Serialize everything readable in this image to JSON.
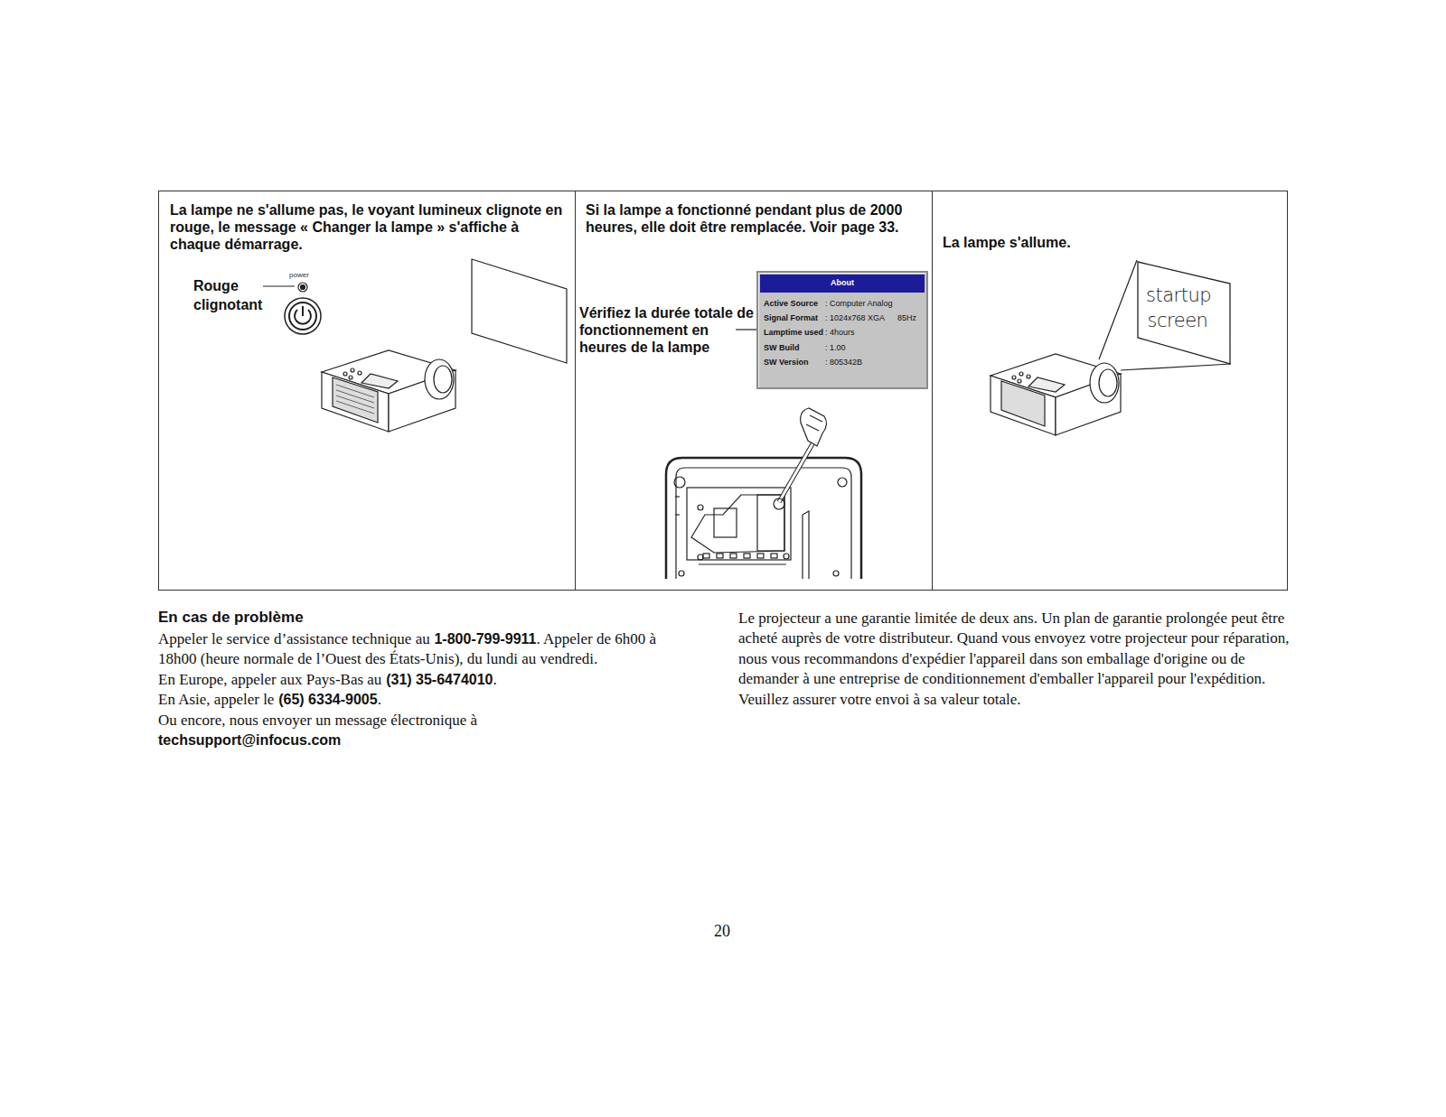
{
  "diagram": {
    "nodes": [
      {
        "text": [
          "La lampe ne s'allume pas, le voyant lumineux clignote en rouge, le message « Changer la lampe » s'affiche à chaque démarrage."
        ]
      },
      {
        "text": [
          "Si la lampe a fonctionné pendant plus de 2000 heures, elle doit être remplacée. Voir page 33."
        ]
      },
      {
        "text": [
          "About",
          "Active Source",
          ": Computer Analog",
          "Signal Format",
          ": 1024x768 XGA",
          "85Hz",
          "Lamptime used",
          ": 4hours",
          "SW Build",
          ": 1.00",
          "SW Version",
          ": 805342B"
        ],
        "in": 1
      },
      {
        "text": [
          "La lampe s'allume."
        ]
      },
      {
        "text": [
          "startup screen"
        ],
        "in": 3
      }
    ],
    "labels": [
      "power",
      "Rouge clignotant",
      "Vérifiez la durée totale de fonctionnement en heures de la lampe",
      "En cas de problème",
      "Appeler le service d’assistance technique au",
      "1-800-799-9911",
      ". Appeler de 6h00 à 18h00 (heure normale de l’Ouest des États-Unis), du lundi au vendredi.",
      "En Europe, appeler aux Pays-Bas au",
      "(31) 35-6474010",
      ".",
      "En Asie, appeler le",
      "(65) 6334-9005",
      ".",
      "Ou encore, nous envoyer un message électronique à",
      "techsupport@infocus.com",
      "Le projecteur a une garantie limitée de deux ans. Un plan de garantie prolongée peut être acheté auprès de votre distributeur. Quand vous envoyez votre projecteur pour réparation, nous vous recommandons d'expédier l'appareil dans son emballage d'origine ou de demander à une entreprise de conditionnement d'emballer l'appareil pour l'expédition. Veuillez assurer votre envoi à sa valeur totale.",
      "20"
    ]
  }
}
